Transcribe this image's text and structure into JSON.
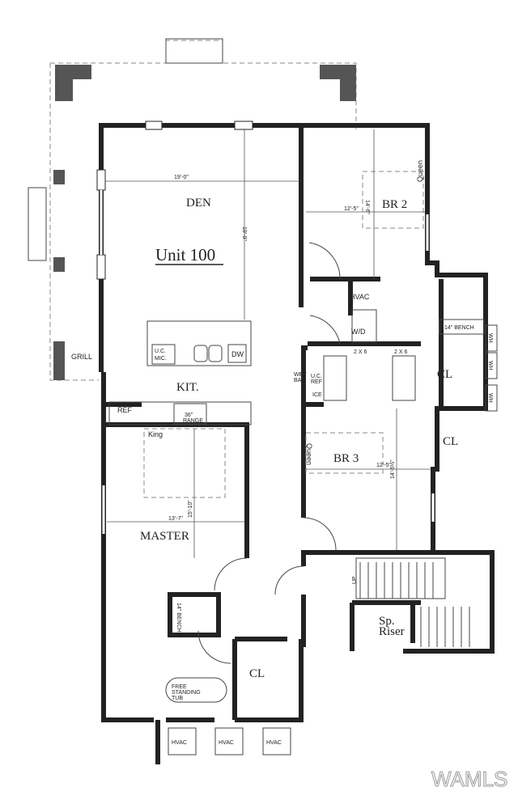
{
  "plan": {
    "title": "Unit 100",
    "rooms": {
      "den": "DEN",
      "kit": "KIT.",
      "master": "MASTER",
      "br2": "BR 2",
      "br3": "BR 3",
      "cl_br2": "CL",
      "cl_br3": "CL",
      "cl_master": "CL",
      "sp_riser_1": "Sp.",
      "sp_riser_2": "Riser"
    },
    "dimensions": {
      "den_w": "19'-0\"",
      "den_h": "19'-0\"",
      "br2_w": "12'-5\"",
      "br2_h": "14'-6\"",
      "br3_w": "12'-5\"",
      "br3_h": "14'-6½\"",
      "master_w": "13'-7\"",
      "master_h": "15'-10\""
    },
    "fixtures": {
      "grill": "GRILL",
      "mic1": "U.C.",
      "mic2": "MIC.",
      "dw": "DW",
      "ref": "REF",
      "range1": "36\"",
      "range2": "RANGE",
      "king": "King",
      "queen_br2": "Queen",
      "queen_br3": "Queen",
      "hvac": "HVAC",
      "wd": "W/D",
      "wall1": "2 X 6",
      "wall2": "2 X 6",
      "bench_br2": "14\" BENCH",
      "bench_master": "14\" BENCH",
      "wh1": "WH",
      "wh2": "WH",
      "wh3": "WH",
      "wetbar1": "WET",
      "wetbar2": "BAR",
      "ucref1": "U.C.",
      "ucref2": "REF",
      "ice": "ICE",
      "up": "UP",
      "tub1": "FREE",
      "tub2": "STANDING",
      "tub3": "TUB",
      "hvac_out1": "HVAC",
      "hvac_out2": "HVAC",
      "hvac_out3": "HVAC"
    },
    "watermark": "WAMLS"
  }
}
